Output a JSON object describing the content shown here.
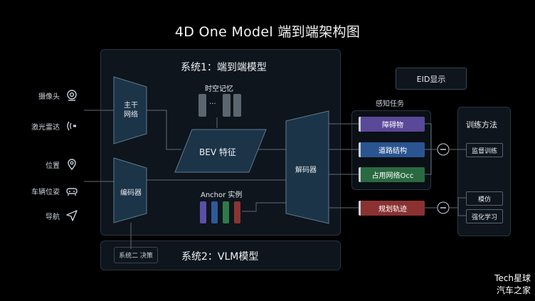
{
  "title": "4D One Model 端到端架构图",
  "system1": {
    "title": "系统1：端到端模型"
  },
  "system2": {
    "title": "系统2：VLM模型",
    "decision_label": "系统二 决策"
  },
  "eid_label": "EID显示",
  "inputs": [
    {
      "label": "摄像头",
      "icon": "camera-icon"
    },
    {
      "label": "激光雷达",
      "icon": "lidar-icon"
    },
    {
      "label": "位置",
      "icon": "location-pin-icon"
    },
    {
      "label": "车辆位姿",
      "icon": "car-icon"
    },
    {
      "label": "导航",
      "icon": "navigation-arrow-icon"
    }
  ],
  "backbone_label_1": "主干",
  "backbone_label_2": "网络",
  "encoder_label": "编码器",
  "spatiotemporal_memory_label": "时空记忆",
  "memory_ellipsis": "···",
  "bev_label": "BEV 特征",
  "anchor_label": "Anchor 实例",
  "anchor_colors": [
    "#5b4fa8",
    "#2e5a9a",
    "#2f7a4a",
    "#8a3434"
  ],
  "decoder_label": "解码器",
  "perception_tasks": {
    "title": "感知任务",
    "items": [
      {
        "label": "障碍物",
        "color": "#5a4898"
      },
      {
        "label": "道路结构",
        "color": "#2a5590"
      },
      {
        "label": "占用网络Occ",
        "color": "#2a6a40"
      }
    ]
  },
  "planning_task": {
    "label": "规划轨迹",
    "color": "#8a3232"
  },
  "training": {
    "title": "训练方法",
    "supervised_label": "监督训练",
    "imitation_label": "模仿",
    "reinforcement_label": "强化学习"
  },
  "watermark": {
    "line1": "Tech星球",
    "line2": "汽车之家"
  },
  "colors": {
    "panel_bg": "#0e151c",
    "block_fill": "#1c3447",
    "block_stroke": "#5f7a90",
    "line": "#5f6b76"
  }
}
